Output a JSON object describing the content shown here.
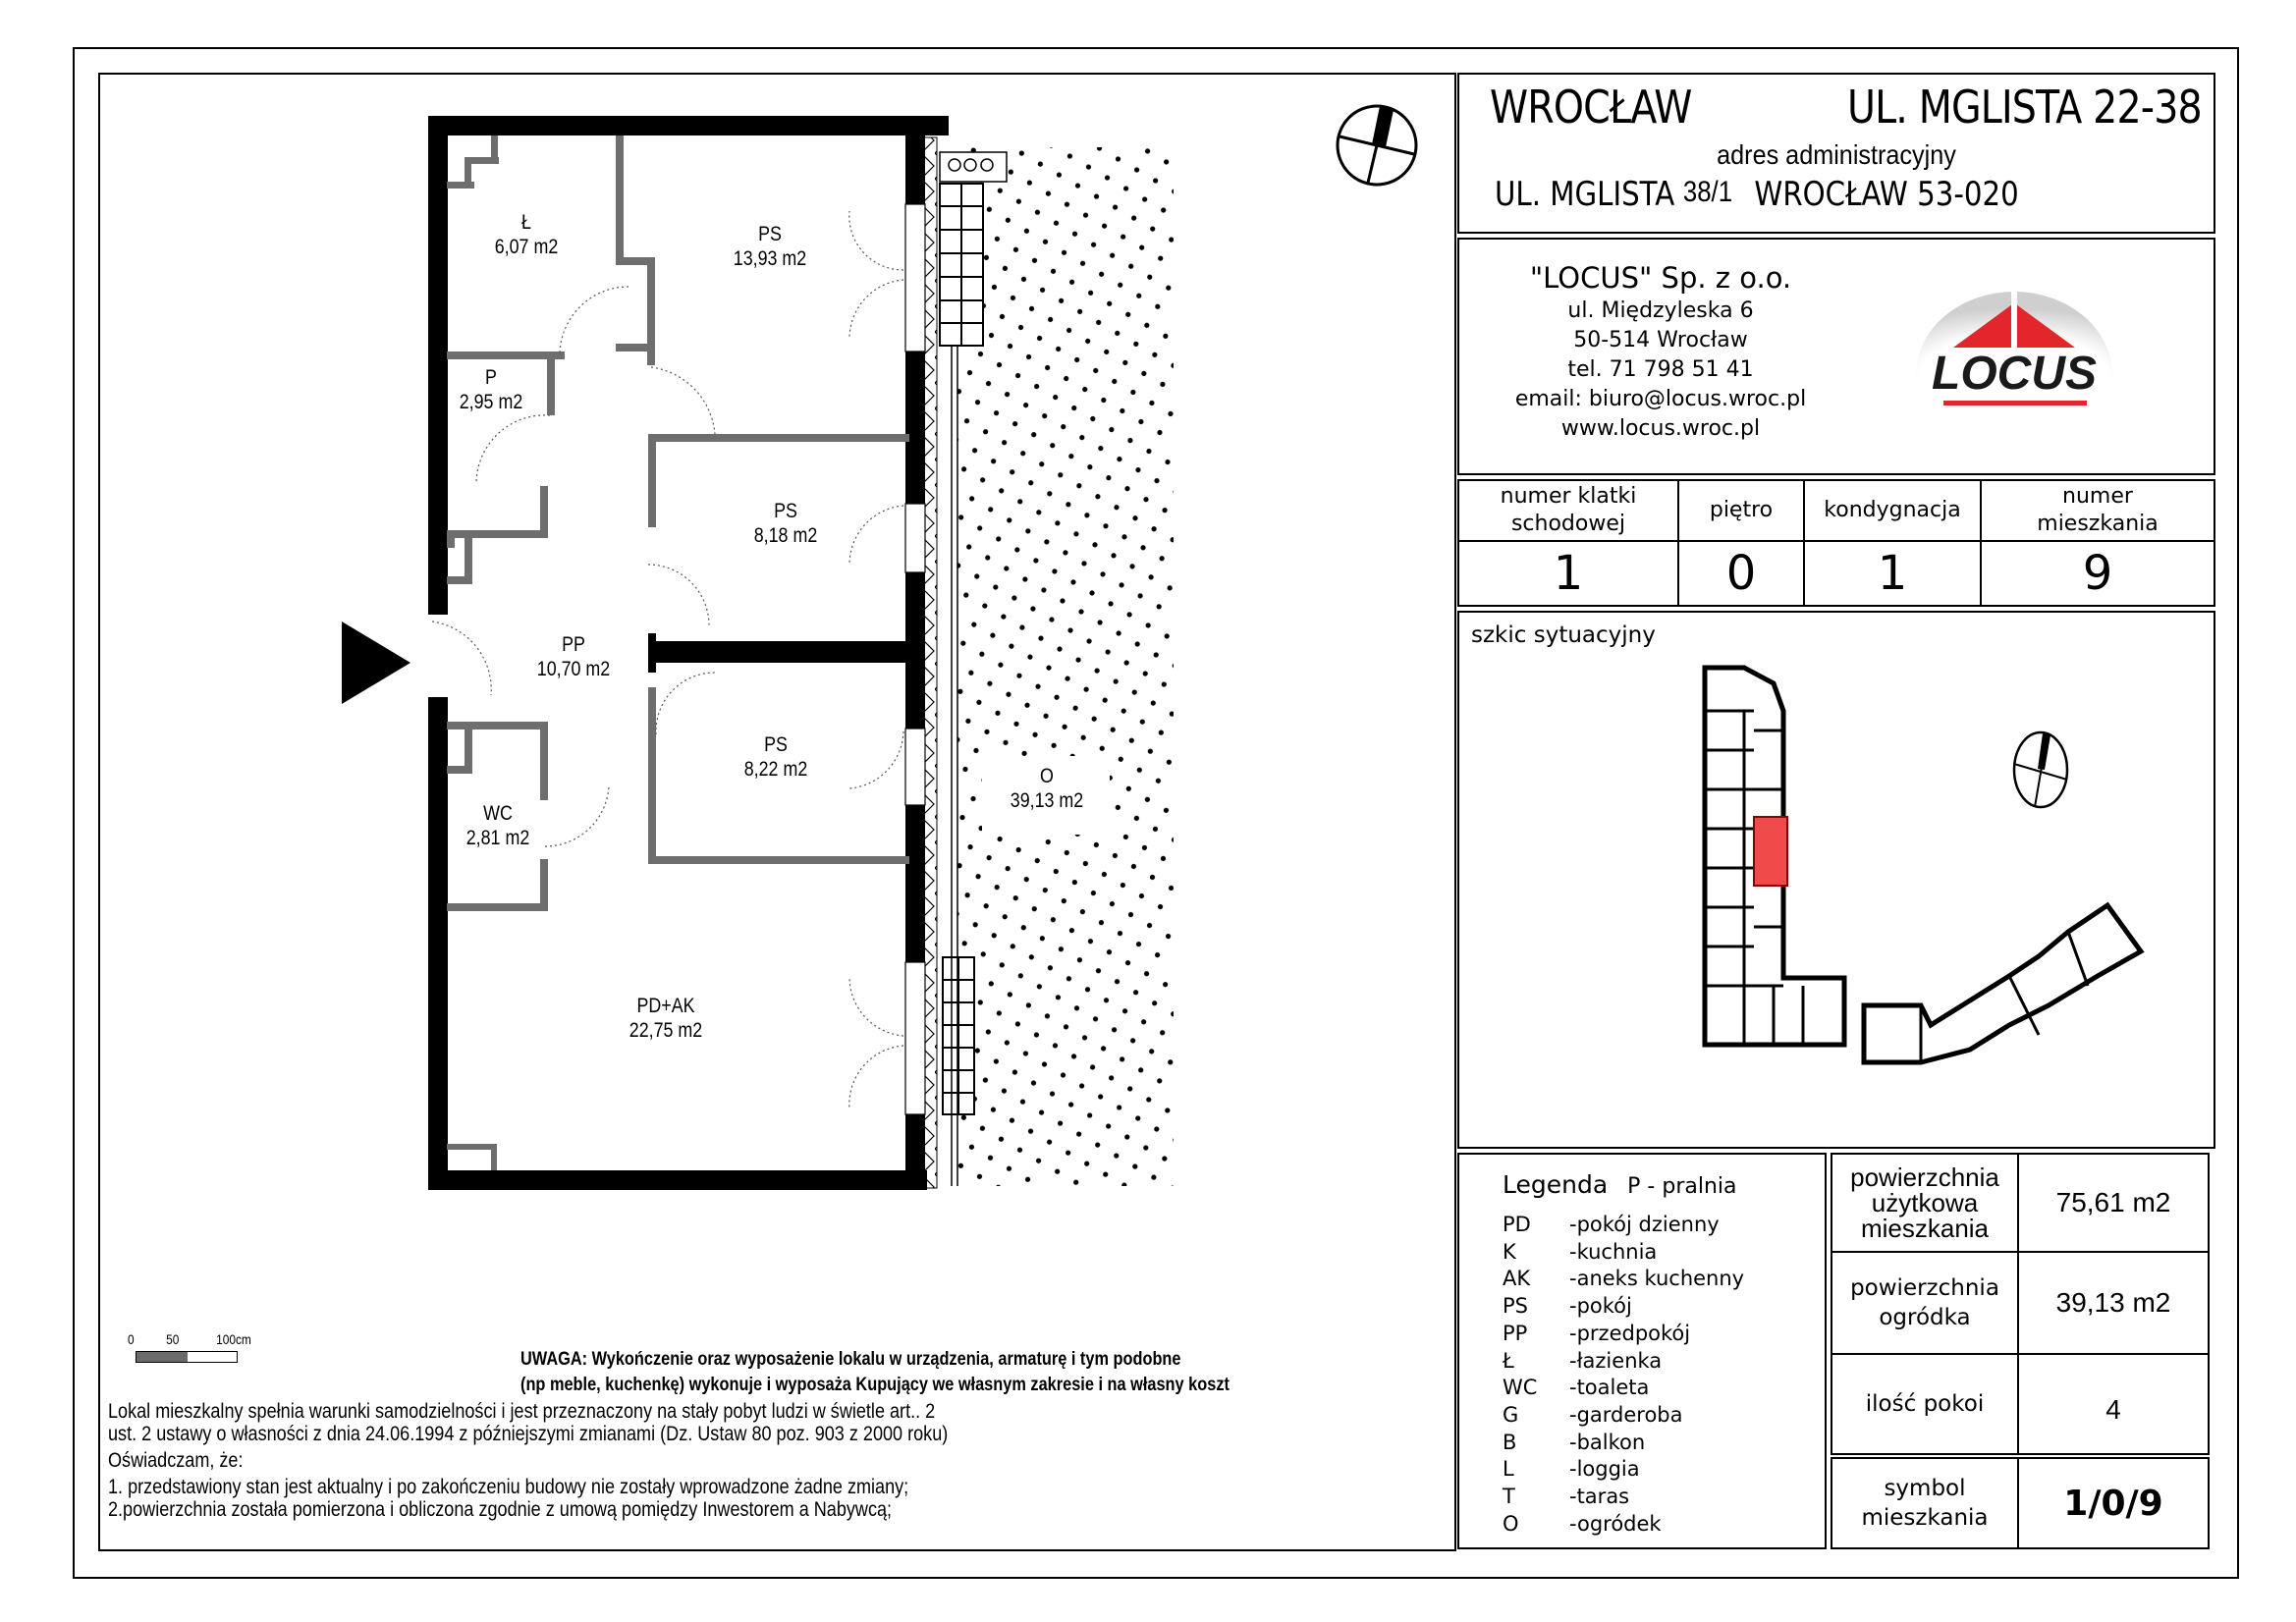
{
  "header": {
    "city": "WROCŁAW",
    "street_range": "UL. MGLISTA 22-38",
    "admin_label": "adres administracyjny",
    "admin_street": "UL. MGLISTA",
    "admin_number": "38/1",
    "admin_city_zip": "WROCŁAW  53-020"
  },
  "company": {
    "name": "\"LOCUS\" Sp. z o.o.",
    "street": "ul. Międzyleska 6",
    "zip_city": "50-514 Wrocław",
    "phone": "tel. 71 798 51 41",
    "email": "email: biuro@locus.wroc.pl",
    "website": "www.locus.wroc.pl",
    "logo_text": "LOCUS",
    "logo_color": "#e2262b"
  },
  "info_table": {
    "headers": [
      "numer klatki schodowej",
      "piętro",
      "kondygnacja",
      "numer mieszkania"
    ],
    "header_lines": [
      [
        "numer klatki",
        "schodowej"
      ],
      [
        "piętro"
      ],
      [
        "kondygnacja"
      ],
      [
        "numer",
        "mieszkania"
      ]
    ],
    "values": [
      "1",
      "0",
      "1",
      "9"
    ]
  },
  "sketch": {
    "title": "szkic sytuacyjny",
    "highlight_color": "#f04a4a"
  },
  "legend": {
    "title": "Legenda",
    "extra": "P - pralnia",
    "items": [
      {
        "key": "PD",
        "desc": "-pokój dzienny"
      },
      {
        "key": "K",
        "desc": "-kuchnia"
      },
      {
        "key": "AK",
        "desc": "-aneks kuchenny"
      },
      {
        "key": "PS",
        "desc": "-pokój"
      },
      {
        "key": "PP",
        "desc": "-przedpokój"
      },
      {
        "key": "Ł",
        "desc": "-łazienka"
      },
      {
        "key": "WC",
        "desc": "-toaleta"
      },
      {
        "key": "G",
        "desc": "-garderoba"
      },
      {
        "key": "B",
        "desc": "-balkon"
      },
      {
        "key": "L",
        "desc": "-loggia"
      },
      {
        "key": "T",
        "desc": "-taras"
      },
      {
        "key": "O",
        "desc": "-ogródek"
      }
    ]
  },
  "stats": {
    "usable_area_label": [
      "powierzchnia",
      "użytkowa",
      "mieszkania"
    ],
    "usable_area_value": "75,61 m2",
    "garden_area_label": [
      "powierzchnia",
      "ogródka"
    ],
    "garden_area_value": "39,13 m2",
    "rooms_label": "ilość pokoi",
    "rooms_value": "4",
    "symbol_label": [
      "symbol",
      "mieszkania"
    ],
    "symbol_value": "1/0/9"
  },
  "rooms": [
    {
      "code": "Ł",
      "area": "6,07 m2"
    },
    {
      "code": "PS",
      "area": "13,93 m2"
    },
    {
      "code": "P",
      "area": "2,95 m2"
    },
    {
      "code": "PS",
      "area": "8,18 m2"
    },
    {
      "code": "PP",
      "area": "10,70 m2"
    },
    {
      "code": "PS",
      "area": "8,22 m2"
    },
    {
      "code": "WC",
      "area": "2,81 m2"
    },
    {
      "code": "PD+AK",
      "area": "22,75 m2"
    },
    {
      "code": "O",
      "area": "39,13 m2"
    }
  ],
  "scale": {
    "ticks": [
      "0",
      "50",
      "100cm"
    ]
  },
  "notes": {
    "warning_line1": "UWAGA: Wykończenie oraz wyposażenie lokalu w urządzenia, armaturę i tym podobne",
    "warning_line2": "(np meble, kuchenkę) wykonuje i wyposaża Kupujący we własnym zakresie i na własny koszt",
    "line1": "Lokal mieszkalny spełnia warunki samodzielności i jest przeznaczony na stały pobyt ludzi w świetle art.. 2",
    "line2": "ust. 2 ustawy o własności z dnia 24.06.1994  z późniejszymi zmianami (Dz. Ustaw 80 poz. 903 z 2000 roku)",
    "line3": "Oświadczam, że:",
    "line4": "1. przedstawiony stan jest aktualny i po zakończeniu budowy nie zostały wprowadzone żadne zmiany;",
    "line5": "2.powierzchnia została pomierzona i obliczona zgodnie z umową pomiędzy Inwestorem a Nabywcą;"
  }
}
